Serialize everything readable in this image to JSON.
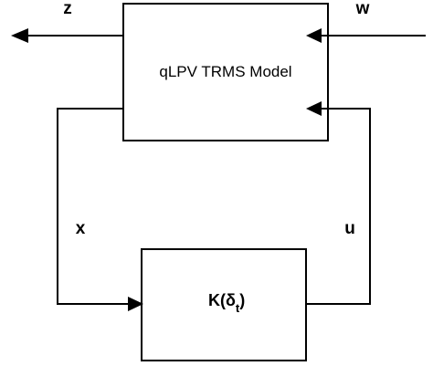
{
  "plant_block": {
    "label": "qLPV TRMS Model"
  },
  "controller_block": {
    "label_main": "K(δ",
    "label_subscript": "t",
    "label_close": ")"
  },
  "signals": {
    "z": "z",
    "w": "w",
    "x": "x",
    "u": "u"
  },
  "colors": {
    "line": "#000000",
    "background": "#ffffff"
  }
}
